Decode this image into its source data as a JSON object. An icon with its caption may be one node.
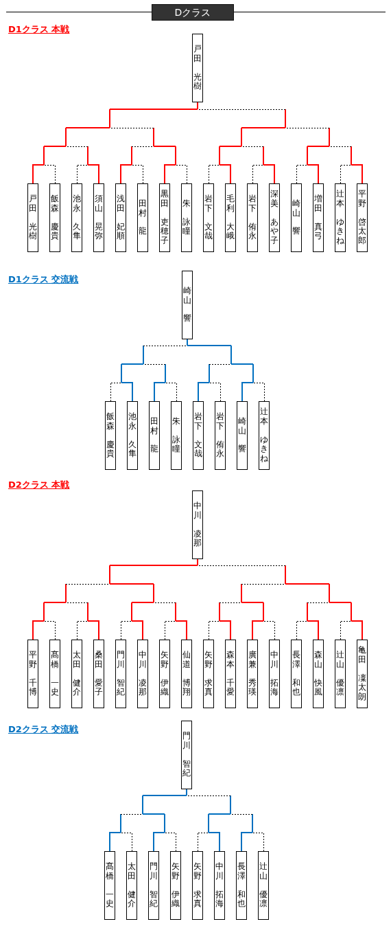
{
  "diagram": {
    "title": "Dクラス",
    "labels": [
      "D1クラス 本戦",
      "D1クラス 交流戦",
      "D2クラス 本戦",
      "D2クラス 交流戦"
    ],
    "nodes": [
      {
        "text": [
          "戸田",
          "光樹"
        ]
      },
      {
        "text": [
          "戸田",
          "光樹"
        ]
      },
      {
        "text": [
          "飯森",
          "慶貴"
        ]
      },
      {
        "text": [
          "池永",
          "久隼"
        ]
      },
      {
        "text": [
          "須山",
          "晃弥"
        ]
      },
      {
        "text": [
          "浅田",
          "妃順"
        ]
      },
      {
        "text": [
          "田村",
          "龍"
        ]
      },
      {
        "text": [
          "黒田",
          "吏穂子"
        ]
      },
      {
        "text": [
          "朱",
          "詠瞳"
        ]
      },
      {
        "text": [
          "岩下",
          "文哉"
        ]
      },
      {
        "text": [
          "毛利",
          "大峨"
        ]
      },
      {
        "text": [
          "岩下",
          "侑永"
        ]
      },
      {
        "text": [
          "深美",
          "あや子"
        ]
      },
      {
        "text": [
          "崎山",
          "響"
        ]
      },
      {
        "text": [
          "増田",
          "真弓"
        ]
      },
      {
        "text": [
          "辻本",
          "ゆきね"
        ]
      },
      {
        "text": [
          "平野",
          "啓太郎"
        ]
      },
      {
        "text": [
          "崎山",
          "響"
        ]
      },
      {
        "text": [
          "飯森",
          "慶貴"
        ]
      },
      {
        "text": [
          "池永",
          "久隼"
        ]
      },
      {
        "text": [
          "田村",
          "龍"
        ]
      },
      {
        "text": [
          "朱",
          "詠瞳"
        ]
      },
      {
        "text": [
          "岩下",
          "文哉"
        ]
      },
      {
        "text": [
          "岩下",
          "侑永"
        ]
      },
      {
        "text": [
          "崎山",
          "響"
        ]
      },
      {
        "text": [
          "辻本",
          "ゆきね"
        ]
      },
      {
        "text": [
          "中川",
          "凌那"
        ]
      },
      {
        "text": [
          "平野",
          "千博"
        ]
      },
      {
        "text": [
          "髙橋",
          "一史"
        ]
      },
      {
        "text": [
          "太田",
          "健介"
        ]
      },
      {
        "text": [
          "桑田",
          "愛子"
        ]
      },
      {
        "text": [
          "門川",
          "智紀"
        ]
      },
      {
        "text": [
          "中川",
          "凌那"
        ]
      },
      {
        "text": [
          "矢野",
          "伊織"
        ]
      },
      {
        "text": [
          "仙道",
          "博翔"
        ]
      },
      {
        "text": [
          "矢野",
          "求真"
        ]
      },
      {
        "text": [
          "森本",
          "千愛"
        ]
      },
      {
        "text": [
          "廣兼",
          "秀瑛"
        ]
      },
      {
        "text": [
          "中川",
          "拓海"
        ]
      },
      {
        "text": [
          "長澤",
          "和也"
        ]
      },
      {
        "text": [
          "森山",
          "快風"
        ]
      },
      {
        "text": [
          "辻山",
          "優凛"
        ]
      },
      {
        "text": [
          "亀田",
          "凜太朗"
        ]
      },
      {
        "text": [
          "門川",
          "智紀"
        ]
      },
      {
        "text": [
          "髙橋",
          "一史"
        ]
      },
      {
        "text": [
          "太田",
          "健介"
        ]
      },
      {
        "text": [
          "門川",
          "智紀"
        ]
      },
      {
        "text": [
          "矢野",
          "伊織"
        ]
      },
      {
        "text": [
          "矢野",
          "求真"
        ]
      },
      {
        "text": [
          "中川",
          "拓海"
        ]
      },
      {
        "text": [
          "長澤",
          "和也"
        ]
      },
      {
        "text": [
          "辻山",
          "優凛"
        ]
      }
    ],
    "edges": [
      {
        "from": 1,
        "to": 0,
        "arrow": "none",
        "color": "#ff0000"
      },
      {
        "from": 2,
        "to": 0,
        "arrow": "none",
        "color": "#ff0000"
      },
      {
        "from": 3,
        "to": 0,
        "arrow": "none",
        "color": "#ff0000"
      },
      {
        "from": 4,
        "to": 0,
        "arrow": "none",
        "color": "#ff0000"
      },
      {
        "from": 5,
        "to": 0,
        "arrow": "none",
        "color": "#ff0000"
      },
      {
        "from": 6,
        "to": 0,
        "arrow": "none",
        "color": "#ff0000"
      },
      {
        "from": 7,
        "to": 0,
        "arrow": "none",
        "color": "#ff0000"
      },
      {
        "from": 8,
        "to": 0,
        "arrow": "none",
        "color": "#ff0000"
      },
      {
        "from": 9,
        "to": 0,
        "arrow": "none",
        "style": "dashed"
      },
      {
        "from": 10,
        "to": 0,
        "arrow": "none",
        "style": "dashed"
      },
      {
        "from": 11,
        "to": 0,
        "arrow": "none",
        "style": "dashed"
      },
      {
        "from": 12,
        "to": 0,
        "arrow": "none",
        "style": "dashed"
      },
      {
        "from": 13,
        "to": 0,
        "arrow": "none",
        "style": "dashed"
      },
      {
        "from": 14,
        "to": 0,
        "arrow": "none",
        "style": "dashed"
      },
      {
        "from": 15,
        "to": 0,
        "arrow": "none",
        "style": "dashed"
      },
      {
        "from": 16,
        "to": 0,
        "arrow": "none",
        "style": "dashed"
      },
      {
        "from": 18,
        "to": 17,
        "arrow": "none",
        "style": "dashed"
      },
      {
        "from": 19,
        "to": 17,
        "arrow": "none",
        "style": "dashed"
      },
      {
        "from": 20,
        "to": 17,
        "arrow": "none",
        "style": "dashed"
      },
      {
        "from": 21,
        "to": 17,
        "arrow": "none",
        "style": "dashed"
      },
      {
        "from": 22,
        "to": 17,
        "arrow": "none",
        "color": "#0070c0"
      },
      {
        "from": 23,
        "to": 17,
        "arrow": "none",
        "color": "#0070c0"
      },
      {
        "from": 24,
        "to": 17,
        "arrow": "none",
        "color": "#0070c0"
      },
      {
        "from": 25,
        "to": 17,
        "arrow": "none",
        "color": "#0070c0"
      },
      {
        "from": 27,
        "to": 26,
        "arrow": "none",
        "color": "#ff0000"
      },
      {
        "from": 28,
        "to": 26,
        "arrow": "none",
        "color": "#ff0000"
      },
      {
        "from": 29,
        "to": 26,
        "arrow": "none",
        "color": "#ff0000"
      },
      {
        "from": 30,
        "to": 26,
        "arrow": "none",
        "color": "#ff0000"
      },
      {
        "from": 31,
        "to": 26,
        "arrow": "none",
        "color": "#ff0000"
      },
      {
        "from": 32,
        "to": 26,
        "arrow": "none",
        "color": "#ff0000"
      },
      {
        "from": 33,
        "to": 26,
        "arrow": "none",
        "color": "#ff0000"
      },
      {
        "from": 34,
        "to": 26,
        "arrow": "none",
        "color": "#ff0000"
      },
      {
        "from": 35,
        "to": 26,
        "arrow": "none",
        "style": "dashed"
      },
      {
        "from": 36,
        "to": 26,
        "arrow": "none",
        "style": "dashed"
      },
      {
        "from": 37,
        "to": 26,
        "arrow": "none",
        "style": "dashed"
      },
      {
        "from": 38,
        "to": 26,
        "arrow": "none",
        "style": "dashed"
      },
      {
        "from": 39,
        "to": 26,
        "arrow": "none",
        "style": "dashed"
      },
      {
        "from": 40,
        "to": 26,
        "arrow": "none",
        "style": "dashed"
      },
      {
        "from": 41,
        "to": 26,
        "arrow": "none",
        "style": "dashed"
      },
      {
        "from": 42,
        "to": 26,
        "arrow": "none",
        "style": "dashed"
      },
      {
        "from": 44,
        "to": 43,
        "arrow": "none",
        "color": "#0070c0"
      },
      {
        "from": 45,
        "to": 43,
        "arrow": "none",
        "color": "#0070c0"
      },
      {
        "from": 46,
        "to": 43,
        "arrow": "none",
        "color": "#0070c0"
      },
      {
        "from": 47,
        "to": 43,
        "arrow": "none",
        "color": "#0070c0"
      },
      {
        "from": 48,
        "to": 43,
        "arrow": "none",
        "style": "dashed"
      },
      {
        "from": 49,
        "to": 43,
        "arrow": "none",
        "style": "dashed"
      },
      {
        "from": 50,
        "to": 43,
        "arrow": "none",
        "style": "dashed"
      },
      {
        "from": 51,
        "to": 43,
        "arrow": "none",
        "style": "dashed"
      }
    ]
  }
}
